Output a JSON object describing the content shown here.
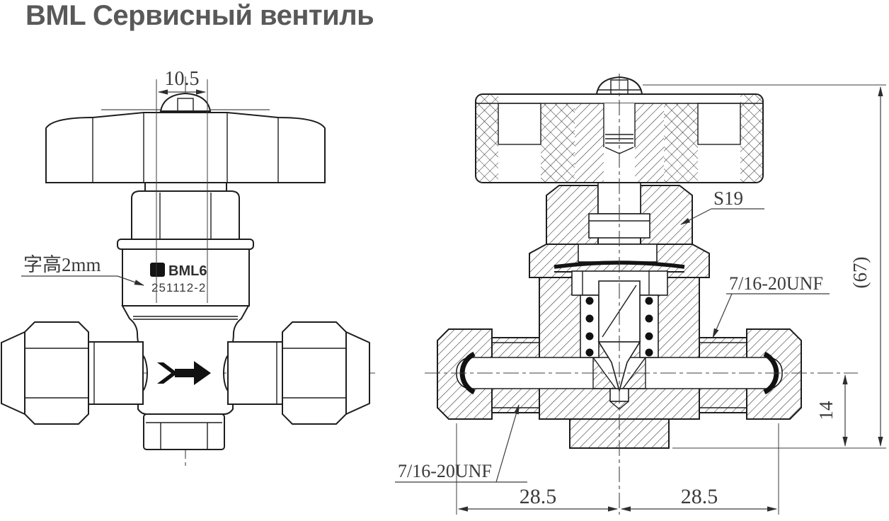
{
  "title": {
    "text": "BML Сервисный вентиль",
    "color": "#595959"
  },
  "colors": {
    "line": "#1e1e1e",
    "dimension": "#3a3a3a"
  },
  "front_view": {
    "name": "front external view",
    "dim_handle_hub_width": "10.5",
    "marking_note": "字高2mm",
    "marking_brand": "BML6",
    "marking_serial": "251112-2",
    "icons": {
      "flow_direction": "right-arrow",
      "brand_logo": "filled-square"
    }
  },
  "section_view": {
    "name": "cross-section view",
    "wrench_size": "S19",
    "thread_right_port": "7/16-20UNF",
    "thread_left_port": "7/16-20UNF",
    "dim_overall_height": "(67)",
    "dim_center_to_base": "14",
    "dim_left_port": "28.5",
    "dim_right_port": "28.5"
  }
}
